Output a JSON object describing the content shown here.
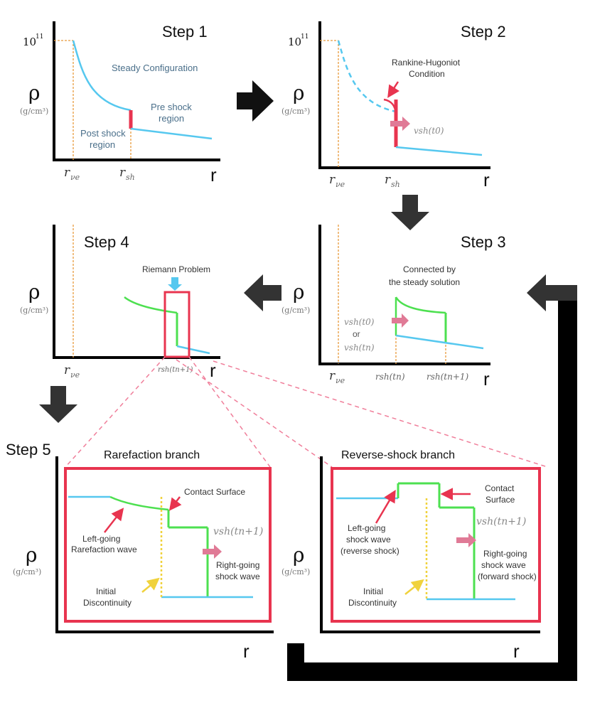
{
  "colors": {
    "steady_curve": "#56c8ef",
    "shock": "#e8344f",
    "new_solution": "#4de050",
    "initial_discontinuity": "#f0d23c",
    "velocity_arrow": "#e07a96",
    "guide_line": "#e79a3c",
    "flow_arrow": "#111111",
    "zoom_lines": "#f07e9a"
  },
  "common": {
    "rho": "ρ",
    "unit": "(g/cm³)",
    "r": "r",
    "r_nu": "r",
    "r_nu_sub": "νe",
    "r_sh": "r",
    "r_sh_sub": "sh",
    "density_ten": "10",
    "density_exp": "11"
  },
  "step1": {
    "title": "Step 1",
    "steady_label": "Steady Configuration",
    "pre_shock_l1": "Pre shock",
    "pre_shock_l2": "region",
    "post_shock_l1": "Post shock",
    "post_shock_l2": "region"
  },
  "step2": {
    "title": "Step 2",
    "rh_l1": "Rankine-Hugoniot",
    "rh_l2": "Condition",
    "v_sh": "vsh(t0)"
  },
  "step3": {
    "title": "Step 3",
    "conn_l1": "Connected by",
    "conn_l2": "the steady solution",
    "v_sh_t0": "vsh(t0)",
    "or": "or",
    "v_sh_tn": "vsh(tn)",
    "r_sh_tn": "rsh(tn)",
    "r_sh_tn1": "rsh(tn+1)"
  },
  "step4": {
    "title": "Step 4",
    "riemann": "Riemann Problem",
    "r_sh_tn1": "rsh(tn+1)"
  },
  "step5": {
    "title": "Step 5",
    "rare": {
      "title": "Rarefaction branch",
      "contact": "Contact Surface",
      "left_l1": "Left-going",
      "left_l2": "Rarefaction wave",
      "initial_l1": "Initial",
      "initial_l2": "Discontinuity",
      "right_l1": "Right-going",
      "right_l2": "shock wave",
      "v_sh": "vsh(tn+1)"
    },
    "rev": {
      "title": "Reverse-shock branch",
      "contact_l1": "Contact",
      "contact_l2": "Surface",
      "left_l1": "Left-going",
      "left_l2": "shock wave",
      "left_l3": "(reverse shock)",
      "initial_l1": "Initial",
      "initial_l2": "Discontinuity",
      "right_l1": "Right-going",
      "right_l2": "shock wave",
      "right_l3": "(forward shock)",
      "v_sh": "vsh(tn+1)"
    }
  }
}
